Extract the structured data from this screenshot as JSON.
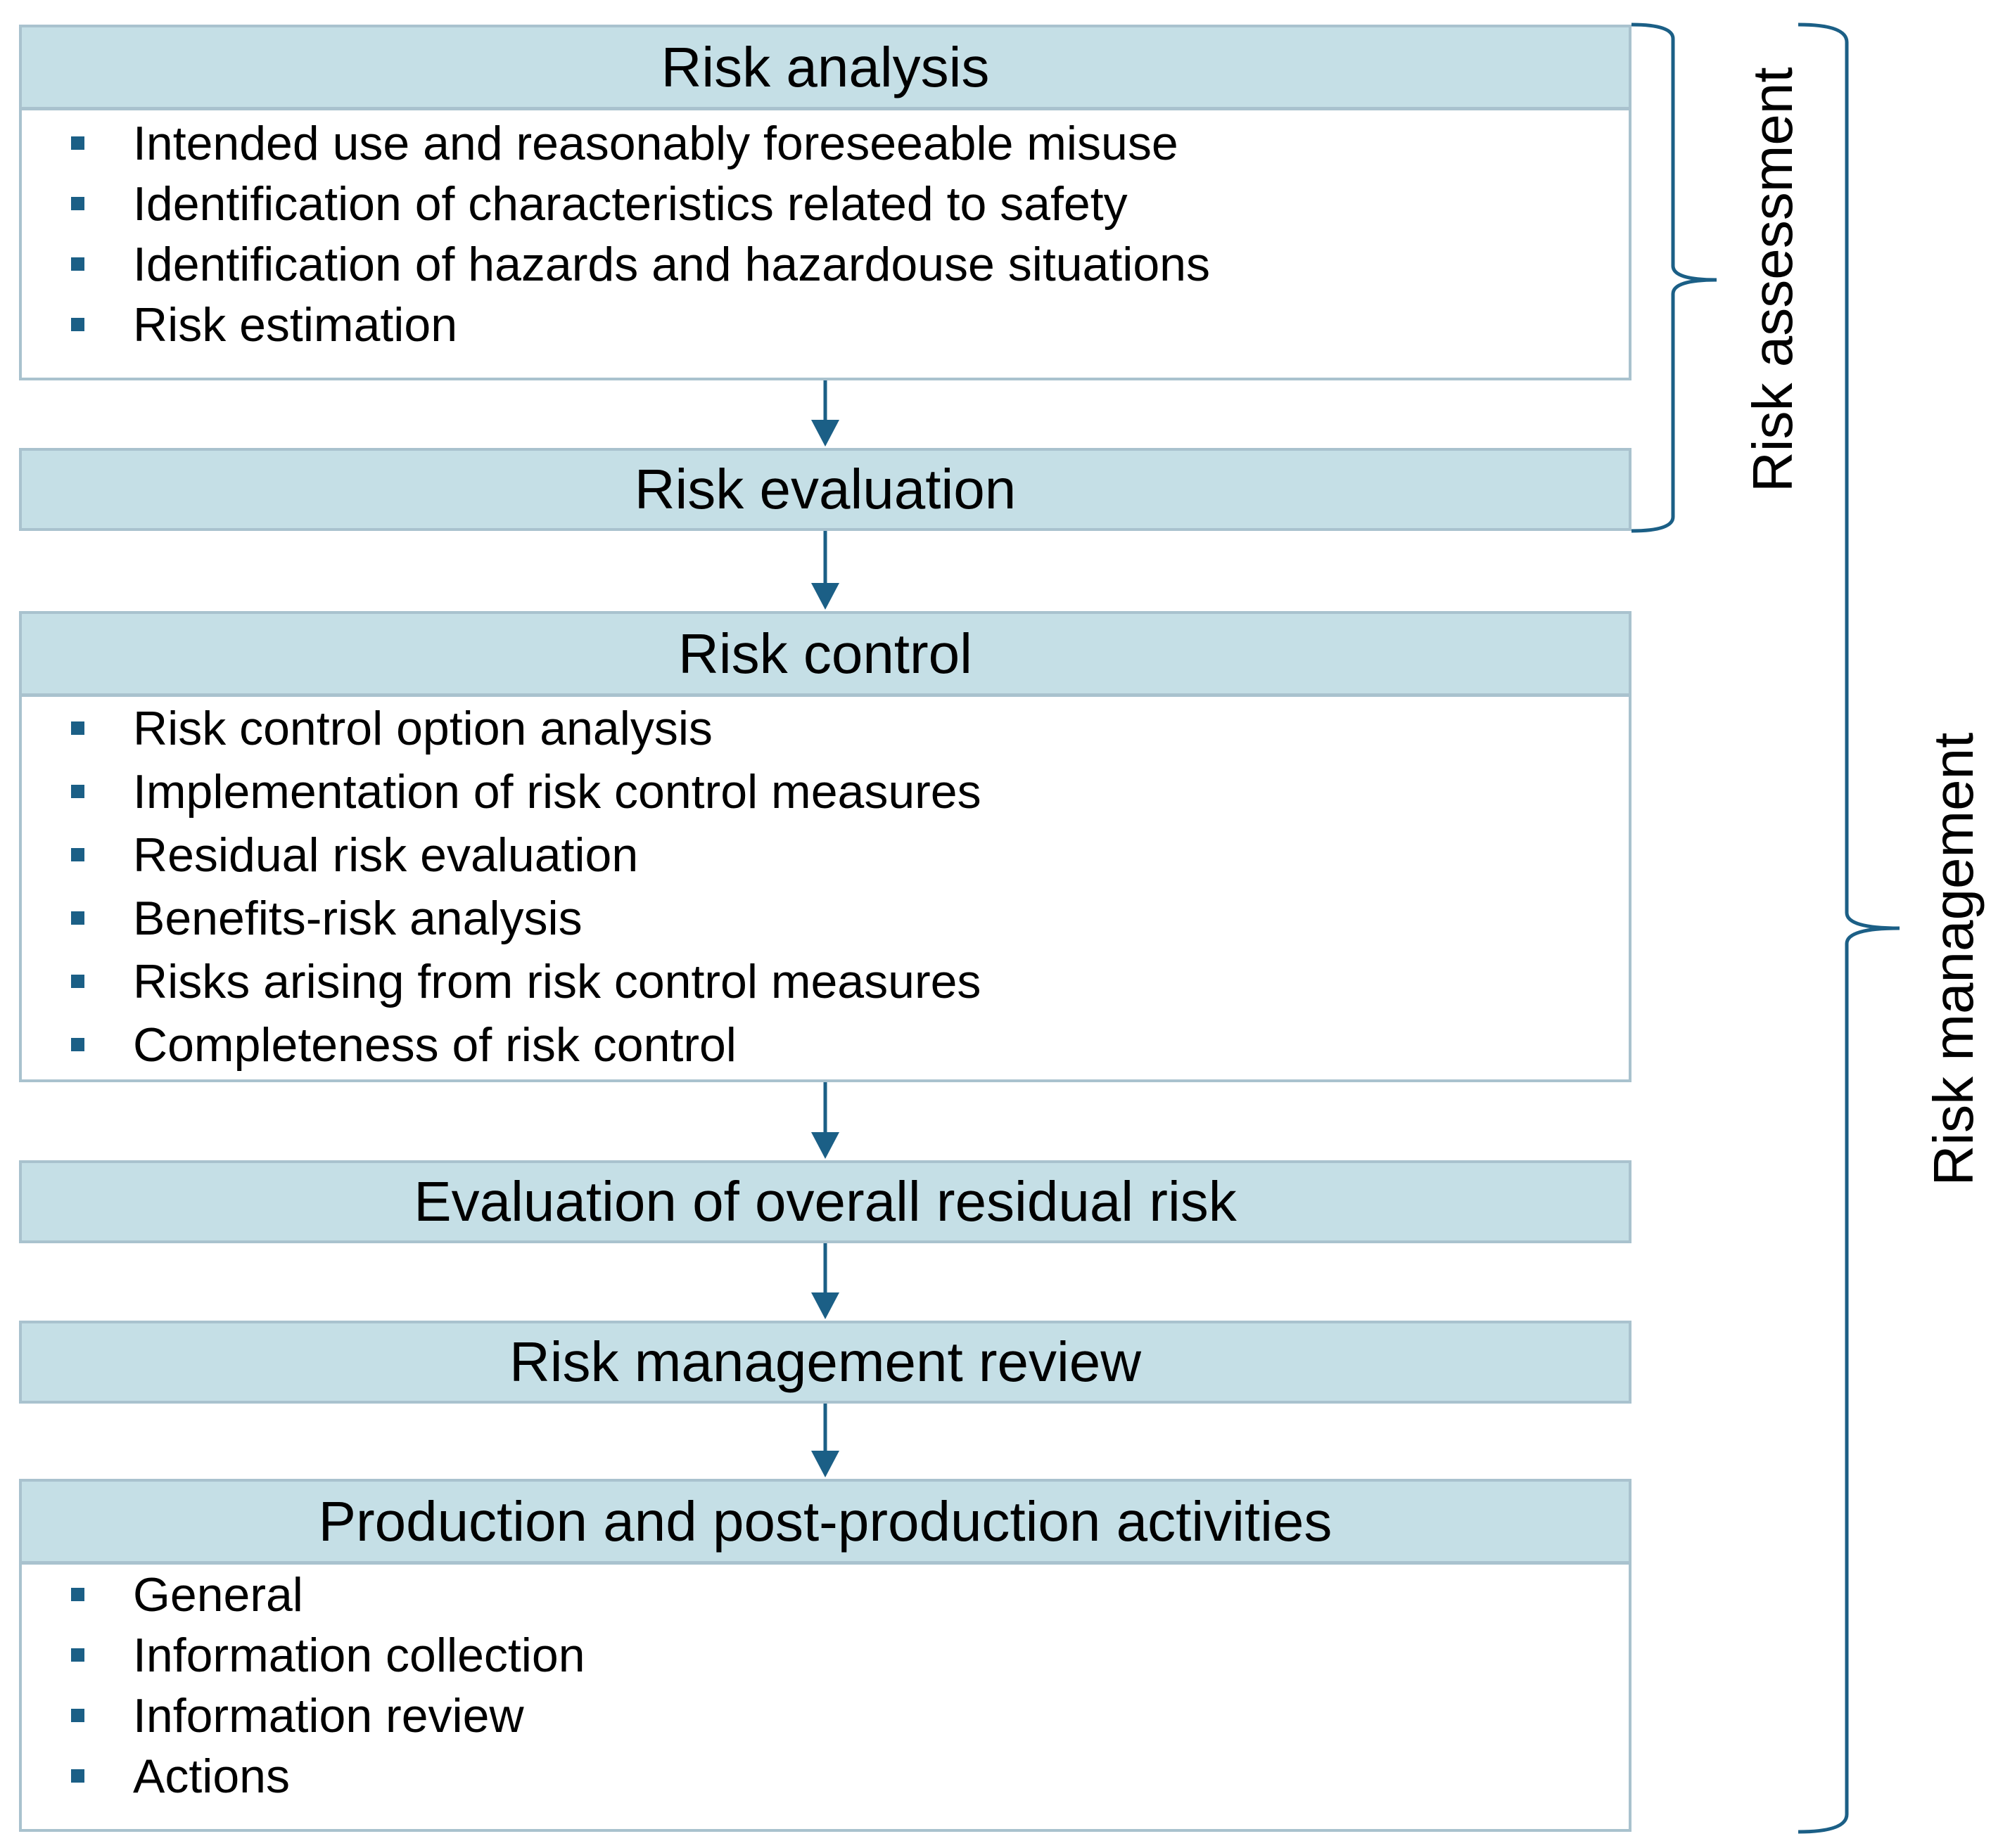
{
  "colors": {
    "header_fill": "#c5dfe6",
    "border": "#a9c2ce",
    "accent": "#1b5f86"
  },
  "stages": {
    "risk_analysis": {
      "title": "Risk analysis",
      "items": [
        "Intended use and reasonably foreseeable misuse",
        "Identification of characteristics related to safety",
        "Identification of hazards and hazardouse situations",
        "Risk estimation"
      ]
    },
    "risk_evaluation": {
      "title": "Risk evaluation"
    },
    "risk_control": {
      "title": "Risk control",
      "items": [
        "Risk control option analysis",
        "Implementation of risk control measures",
        "Residual risk evaluation",
        "Benefits-risk analysis",
        "Risks arising from risk control measures",
        "Completeness of risk control"
      ]
    },
    "overall_residual_risk": {
      "title": "Evaluation of overall residual risk"
    },
    "management_review": {
      "title": "Risk management review"
    },
    "production": {
      "title": "Production and post-production activities",
      "items": [
        "General",
        "Information collection",
        "Information review",
        "Actions"
      ]
    }
  },
  "brackets": {
    "risk_assessment": "Risk assessment",
    "risk_management": "Risk management"
  }
}
